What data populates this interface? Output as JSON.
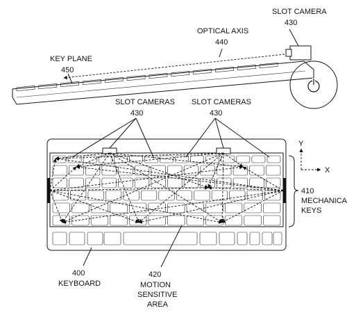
{
  "labels": {
    "slot_camera": "SLOT CAMERA",
    "slot_camera_ref": "430",
    "optical_axis": "OPTICAL AXIS",
    "optical_axis_ref": "440",
    "key_plane": "KEY PLANE",
    "key_plane_ref": "450",
    "slot_cameras_left": "SLOT CAMERAS",
    "slot_cameras_left_ref": "430",
    "slot_cameras_right": "SLOT CAMERAS",
    "slot_cameras_right_ref": "430",
    "axis_y": "Y",
    "axis_x": "X",
    "mechanical_keys_ref": "410",
    "mechanical_keys_line1": "MECHANICAL",
    "mechanical_keys_line2": "KEYS",
    "keyboard_ref": "400",
    "keyboard": "KEYBOARD",
    "motion_area_ref": "420",
    "motion_area_line1": "MOTION",
    "motion_area_line2": "SENSITIVE",
    "motion_area_line3": "AREA"
  },
  "icons": [
    "power-icon",
    "camera-icon",
    "xy-axis-icon"
  ]
}
